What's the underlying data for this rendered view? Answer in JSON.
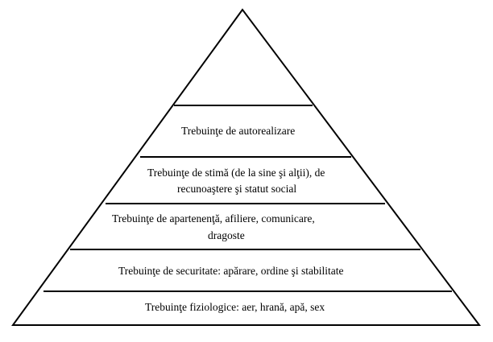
{
  "diagram": {
    "levels": [
      {
        "lines": [
          ""
        ]
      },
      {
        "lines": [
          "Trebuinţe de autorealizare"
        ]
      },
      {
        "lines": [
          "Trebuinţe de stimă (de la sine şi alţii), de",
          "recunoaştere şi statut social"
        ]
      },
      {
        "lines": [
          "Trebuinţe de apartenenţă, afiliere, comunicare,",
          "dragoste"
        ]
      },
      {
        "lines": [
          "Trebuinţe de securitate: apărare, ordine şi stabilitate"
        ]
      },
      {
        "lines": [
          "Trebuinţe fiziologice: aer, hrană, apă, sex"
        ]
      }
    ],
    "colors": {
      "stroke": "#000000",
      "fill": "#ffffff",
      "text": "#000000"
    }
  }
}
